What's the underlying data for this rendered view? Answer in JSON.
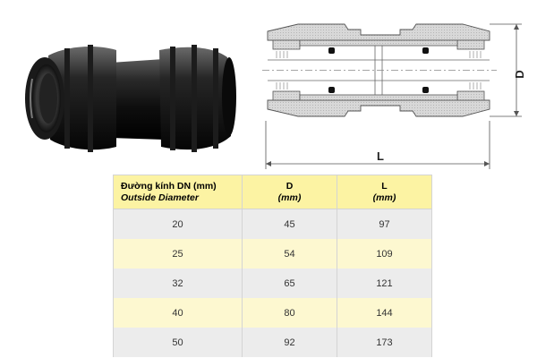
{
  "dimensions": {
    "length_label": "L",
    "diameter_label": "D"
  },
  "table": {
    "headers": [
      {
        "line1": "Đường kính DN (mm)",
        "line2": "Outside Diameter"
      },
      {
        "line1": "D",
        "line2": "(mm)"
      },
      {
        "line1": "L",
        "line2": "(mm)"
      }
    ],
    "rows": [
      [
        "20",
        "45",
        "97"
      ],
      [
        "25",
        "54",
        "109"
      ],
      [
        "32",
        "65",
        "121"
      ],
      [
        "40",
        "80",
        "144"
      ],
      [
        "50",
        "92",
        "173"
      ]
    ]
  }
}
